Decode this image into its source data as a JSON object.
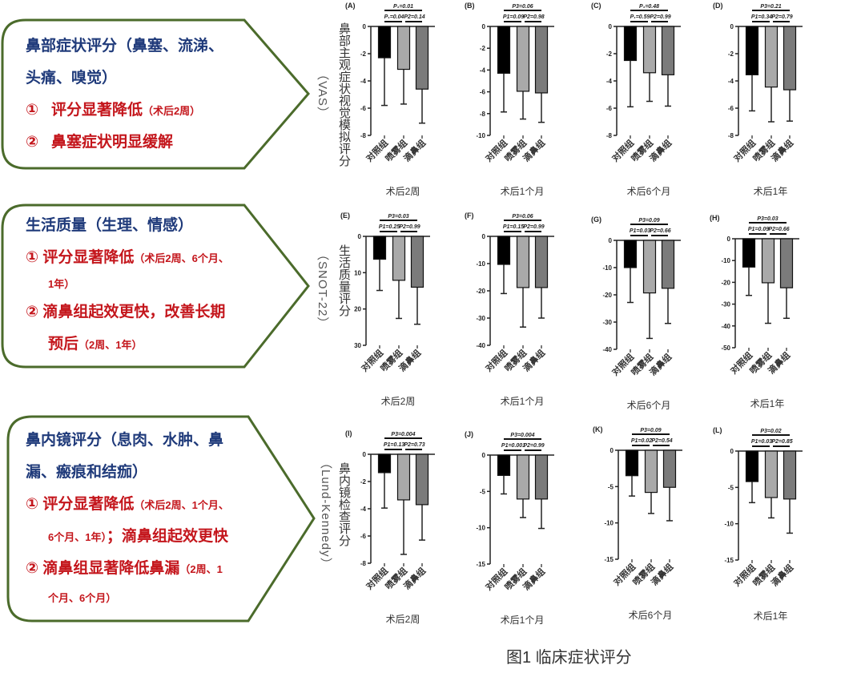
{
  "callouts": [
    {
      "title_lines": [
        "鼻部症状评分（鼻塞、流涕、",
        "头痛、嗅觉）"
      ],
      "points": [
        {
          "num": "①",
          "text": "评分显著降低",
          "note": "（术后2周）"
        },
        {
          "num": "②",
          "text": "鼻塞症状明显缓解",
          "note": ""
        }
      ],
      "scale": "（VAS）"
    },
    {
      "title_lines": [
        "生活质量（生理、情感）"
      ],
      "points": [
        {
          "num": "①",
          "text": "评分显著降低",
          "note": "（术后2周、6个月、",
          "cont": "1年）"
        },
        {
          "num": "②",
          "text": "滴鼻组起效更快，改善长期",
          "note": "",
          "cont_text": "预后",
          "cont": "（2周、1年）"
        }
      ],
      "scale": "（SNOT-22）"
    },
    {
      "title_lines": [
        "鼻内镜评分（息肉、水肿、鼻",
        "漏、瘢痕和结痂）"
      ],
      "points": [
        {
          "num": "①",
          "text": "评分显著降低",
          "note": "（术后2周、1个月、",
          "cont": "6个月、1年）",
          "cont_text": "；滴鼻组起效更快"
        },
        {
          "num": "②",
          "text": "滴鼻组显著降低鼻漏",
          "note": "（2周、1",
          "cont": "个月、6个月）"
        }
      ],
      "scale": "（Lund-Kennedy）"
    }
  ],
  "row_ylabels": [
    "鼻部主观症状视觉模拟评分",
    "生活质量评分",
    "鼻内镜检查评分"
  ],
  "caption": "图1 临床症状评分",
  "colors": {
    "control": "#000000",
    "spray": "#a9a9a9",
    "drop": "#7b7b7b",
    "callout_border": "#4b6b2b"
  },
  "chart_data": [
    {
      "type": "bar",
      "panel": "(A)",
      "xlabel": "术后2周",
      "categories": [
        "对照组",
        "喷雾组",
        "滴鼻组"
      ],
      "values": [
        -2.3,
        -3.15,
        -4.6
      ],
      "error_to": [
        -5.8,
        -5.7,
        -7.1
      ],
      "ylim": [
        -8,
        0
      ],
      "ticks": [
        0,
        -2,
        -4,
        -6,
        -8
      ],
      "tick_labels": [
        "0",
        "-2",
        "-4",
        "-6",
        "-8"
      ],
      "p3": "P₃=0.01",
      "p1": "P₁=0.04",
      "p2": "P2=0.14"
    },
    {
      "type": "bar",
      "panel": "(B)",
      "xlabel": "术后1个月",
      "categories": [
        "对照组",
        "喷雾组",
        "滴鼻组"
      ],
      "values": [
        -4.3,
        -5.95,
        -6.1
      ],
      "error_to": [
        -7.85,
        -8.5,
        -8.8
      ],
      "ylim": [
        -10,
        0
      ],
      "ticks": [
        0,
        -2,
        -4,
        -6,
        -8,
        -10
      ],
      "tick_labels": [
        "0",
        "-2",
        "-4",
        "-6",
        "-8",
        "-10"
      ],
      "p3": "P3=0.06",
      "p1": "P1=0.09",
      "p2": "P2=0.98"
    },
    {
      "type": "bar",
      "panel": "(C)",
      "xlabel": "术后6个月",
      "categories": [
        "对照组",
        "喷雾组",
        "滴鼻组"
      ],
      "values": [
        -2.5,
        -3.4,
        -3.55
      ],
      "error_to": [
        -5.9,
        -5.5,
        -5.85
      ],
      "ylim": [
        -8,
        0
      ],
      "ticks": [
        0,
        -2,
        -4,
        -6,
        -8
      ],
      "tick_labels": [
        "0",
        "-2",
        "-4",
        "-6",
        "-8"
      ],
      "p3": "P₃=0.48",
      "p1": "P₁=0.59",
      "p2": "P2=0.99"
    },
    {
      "type": "bar",
      "panel": "(D)",
      "xlabel": "术后1年",
      "categories": [
        "对照组",
        "喷雾组",
        "滴鼻组"
      ],
      "values": [
        -3.55,
        -4.45,
        -4.65
      ],
      "error_to": [
        -6.2,
        -7.0,
        -6.95
      ],
      "ylim": [
        -8,
        0
      ],
      "ticks": [
        0,
        -2,
        -4,
        -6,
        -8
      ],
      "tick_labels": [
        "0",
        "-2",
        "-4",
        "-6",
        "-8"
      ],
      "p3": "P3=0.21",
      "p1": "P1=0.34",
      "p2": "P2=0.79"
    },
    {
      "type": "bar",
      "panel": "(E)",
      "xlabel": "术后2周",
      "categories": [
        "对照组",
        "喷雾组",
        "滴鼻组"
      ],
      "values": [
        6.3,
        12.1,
        14.0
      ],
      "error_to": [
        14.9,
        22.6,
        24.2
      ],
      "ylim": [
        30,
        0
      ],
      "ticks": [
        0,
        10,
        20,
        30
      ],
      "tick_labels": [
        "0",
        "10",
        "20",
        "30"
      ],
      "p3": "P3=0.03",
      "p1": "P1=0.25",
      "p2": "P2=0.99"
    },
    {
      "type": "bar",
      "panel": "(F)",
      "xlabel": "术后1个月",
      "categories": [
        "对照组",
        "喷雾组",
        "滴鼻组"
      ],
      "values": [
        -10.3,
        -18.8,
        -18.8
      ],
      "error_to": [
        -21,
        -33.3,
        -30
      ],
      "ylim": [
        -40,
        0
      ],
      "ticks": [
        0,
        -10,
        -20,
        -30,
        -40
      ],
      "tick_labels": [
        "0",
        "-10",
        "-20",
        "-30",
        "-40"
      ],
      "p3": "P3=0.06",
      "p1": "P1=0.15",
      "p2": "P2=0.99"
    },
    {
      "type": "bar",
      "panel": "(G)",
      "xlabel": "术后6个月",
      "categories": [
        "对照组",
        "喷雾组",
        "滴鼻组"
      ],
      "values": [
        -10,
        -19.3,
        -17.6
      ],
      "error_to": [
        -22.8,
        -36,
        -30.5
      ],
      "ylim": [
        -40,
        0
      ],
      "ticks": [
        0,
        -10,
        -20,
        -30,
        -40
      ],
      "tick_labels": [
        "0",
        "-10",
        "-20",
        "-30",
        "-40"
      ],
      "p3": "P3=0.09",
      "p1": "P1=0.03",
      "p2": "P2=0.66"
    },
    {
      "type": "bar",
      "panel": "(H)",
      "xlabel": "术后1年",
      "categories": [
        "对照组",
        "喷雾组",
        "滴鼻组"
      ],
      "values": [
        -13,
        -20.2,
        -22.5
      ],
      "error_to": [
        -26,
        -38.8,
        -36.5
      ],
      "ylim": [
        -50,
        0
      ],
      "ticks": [
        0,
        -10,
        -20,
        -30,
        -40,
        -50
      ],
      "tick_labels": [
        "0",
        "-10",
        "-20",
        "-30",
        "-40",
        "-50"
      ],
      "p3": "P3=0.03",
      "p1": "P1=0.09",
      "p2": "P2=0.66"
    },
    {
      "type": "bar",
      "panel": "(I)",
      "xlabel": "术后2周",
      "categories": [
        "对照组",
        "喷雾组",
        "滴鼻组"
      ],
      "values": [
        -1.35,
        -3.35,
        -3.7
      ],
      "error_to": [
        -3.95,
        -7.35,
        -6.3
      ],
      "ylim": [
        -8,
        0
      ],
      "ticks": [
        0,
        -2,
        -4,
        -6,
        -8
      ],
      "tick_labels": [
        "0",
        "-2",
        "-4",
        "-6",
        "-8"
      ],
      "p3": "P3=0.004",
      "p1": "P1=0.13",
      "p2": "P2=0.73"
    },
    {
      "type": "bar",
      "panel": "(J)",
      "xlabel": "术后1个月",
      "categories": [
        "对照组",
        "喷雾组",
        "滴鼻组"
      ],
      "values": [
        -2.8,
        -6.05,
        -6.05
      ],
      "error_to": [
        -5.35,
        -8.6,
        -10.1
      ],
      "ylim": [
        -15,
        0
      ],
      "ticks": [
        0,
        -5,
        -10,
        -15
      ],
      "tick_labels": [
        "0",
        "-5",
        "-10",
        "-15"
      ],
      "p3": "P3=0.004",
      "p1": "P1=0.001",
      "p2": "P2=0.99"
    },
    {
      "type": "bar",
      "panel": "(K)",
      "xlabel": "术后6个月",
      "categories": [
        "对照组",
        "喷雾组",
        "滴鼻组"
      ],
      "values": [
        -3.5,
        -5.8,
        -5.1
      ],
      "error_to": [
        -6.3,
        -8.7,
        -9.7
      ],
      "ylim": [
        -15,
        0
      ],
      "ticks": [
        0,
        -5,
        -10,
        -15
      ],
      "tick_labels": [
        "0",
        "-5",
        "-10",
        "-15"
      ],
      "p3": "P3=0.09",
      "p1": "P1=0.02",
      "p2": "P2=0.54"
    },
    {
      "type": "bar",
      "panel": "(L)",
      "xlabel": "术后1年",
      "categories": [
        "对照组",
        "喷雾组",
        "滴鼻组"
      ],
      "values": [
        -4.2,
        -6.4,
        -6.6
      ],
      "error_to": [
        -7.1,
        -9.2,
        -11.3
      ],
      "ylim": [
        -15,
        0
      ],
      "ticks": [
        0,
        -5,
        -10,
        -15
      ],
      "tick_labels": [
        "0",
        "-5",
        "-10",
        "-15"
      ],
      "p3": "P3=0.02",
      "p1": "P1=0.03",
      "p2": "P2=0.85"
    }
  ]
}
